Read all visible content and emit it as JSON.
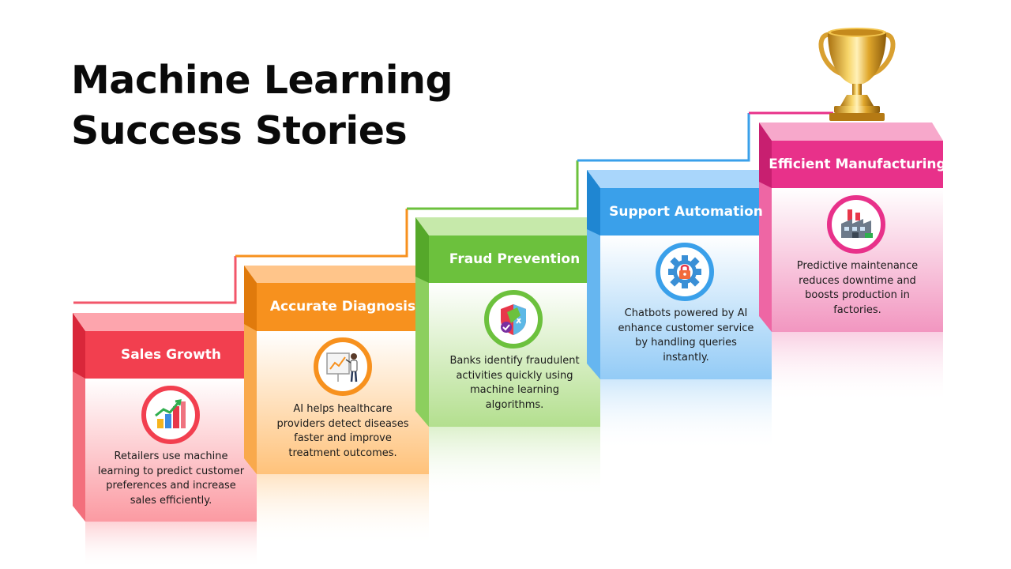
{
  "title": {
    "line1": "Machine Learning",
    "line2": "Success Stories"
  },
  "steps": [
    {
      "label": "Sales Growth",
      "icon": "bar-chart-icon",
      "color": "#f23f4f",
      "description": "Retailers use machine learning to predict customer preferences and increase sales efficiently."
    },
    {
      "label": "Accurate Diagnosis",
      "icon": "doctor-presentation-icon",
      "color": "#f7911e",
      "description": "AI helps healthcare providers detect diseases faster and improve treatment outcomes."
    },
    {
      "label": "Fraud Prevention",
      "icon": "shield-icon",
      "color": "#6cc13d",
      "description": "Banks identify fraudulent activities quickly using machine learning algorithms."
    },
    {
      "label": "Support Automation",
      "icon": "gear-lock-icon",
      "color": "#3aa0ea",
      "description": "Chatbots powered by AI enhance customer service by handling queries instantly."
    },
    {
      "label": "Efficient Manufacturing",
      "icon": "factory-icon",
      "color": "#e8318a",
      "description": "Predictive maintenance reduces downtime and boosts production in factories."
    }
  ],
  "trophy": "trophy-icon"
}
